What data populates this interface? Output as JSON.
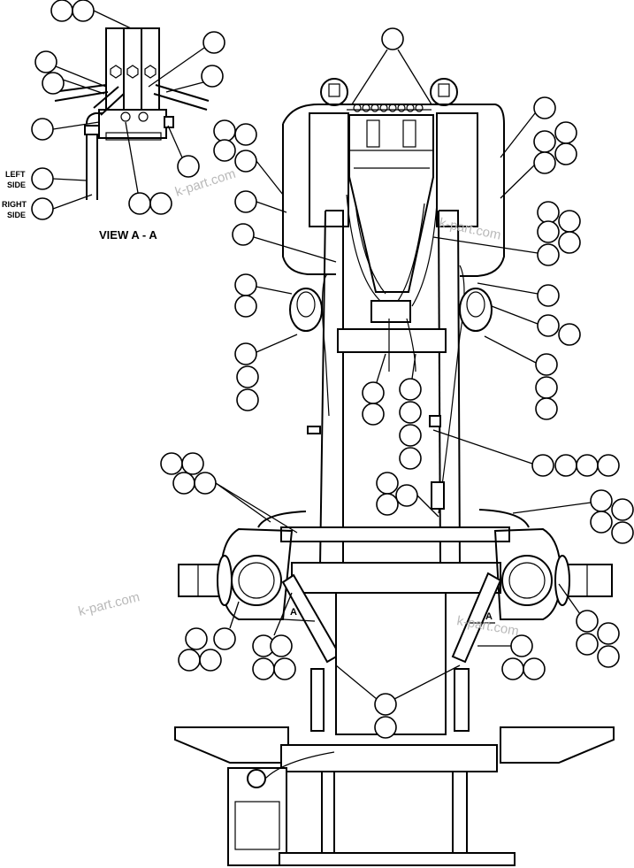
{
  "view_title": "VIEW A - A",
  "side_labels": {
    "left_line1": "LEFT",
    "left_line2": "SIDE",
    "right_line1": "RIGHT",
    "right_line2": "SIDE"
  },
  "section_marks": [
    "A",
    "A"
  ],
  "watermarks": [
    "k-part.com",
    "k-part.com",
    "k-part.com",
    "k-part.com"
  ],
  "colors": {
    "line": "#000000",
    "background": "#ffffff",
    "watermark": "#b9b9b9"
  }
}
